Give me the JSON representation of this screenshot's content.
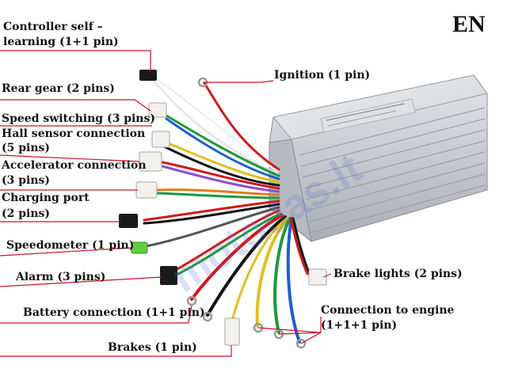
{
  "language_badge": "EN",
  "watermark": "motodas.lt",
  "labels": {
    "self_learning_1": "Controller self –",
    "self_learning_2": "learning (1+1 pin)",
    "rear_gear": "Rear gear (2 pins)",
    "speed_switching": "Speed switching (3 pins)",
    "hall_1": "Hall sensor connection",
    "hall_2": "(5 pins)",
    "accelerator_1": "Accelerator connection",
    "accelerator_2": "(3 pins)",
    "charging_1": "Charging port",
    "charging_2": "(2 pins)",
    "speedometer": "Speedometer (1 pin)",
    "alarm": "Alarm (3 pins)",
    "battery": "Battery connection (1+1 pin)",
    "brakes": "Brakes (1 pin)",
    "ignition": "Ignition (1 pin)",
    "brake_lights": "Brake lights (2 pins)",
    "engine_1": "Connection to engine",
    "engine_2": "(1+1+1 pin)"
  },
  "colors": {
    "leader_line": "#d0102a",
    "controller_body": "#c9ccd1",
    "connector_white": "#f3f1ee",
    "connector_black": "#1a1a1a",
    "connector_green": "#5fcf3f",
    "text": "#111111"
  },
  "icons": {
    "controller": "brushless-motor-controller",
    "connector": "wire-connector-plug",
    "ring_terminal": "ring-terminal"
  }
}
